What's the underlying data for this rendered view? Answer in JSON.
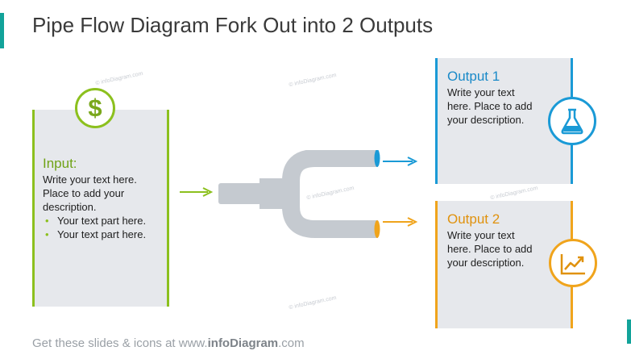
{
  "title": "Pipe Flow Diagram Fork Out into 2 Outputs",
  "input": {
    "heading": "Input:",
    "text": "Write your text here. Place to add your description.",
    "bullets": [
      "Your text part here.",
      "Your text part here."
    ],
    "icon": "dollar-icon",
    "icon_glyph": "$",
    "color": "#8cc01e"
  },
  "outputs": [
    {
      "heading": "Output 1",
      "text": "Write your text here. Place to add your description.",
      "icon": "flask-icon",
      "color": "#1a9ad6"
    },
    {
      "heading": "Output 2",
      "text": "Write your text here. Place to add your description.",
      "icon": "growth-chart-icon",
      "color": "#f0a41c"
    }
  ],
  "pipe": {
    "icon": "fork-pipe",
    "color": "#c5cad0"
  },
  "footer": {
    "prefix": "Get these slides & icons at www.",
    "brand": "infoDiagram",
    "suffix": ".com"
  },
  "watermark": "© infoDiagram.com"
}
